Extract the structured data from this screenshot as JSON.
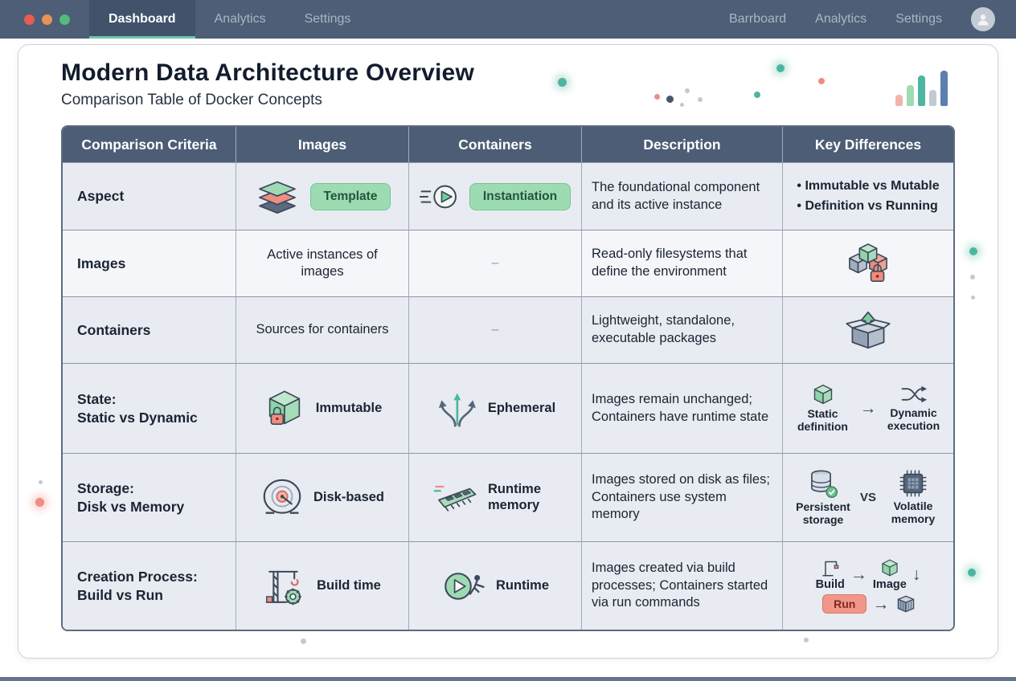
{
  "titlebar": {
    "tabs": [
      {
        "label": "Dashboard"
      },
      {
        "label": "Analytics"
      },
      {
        "label": "Settings"
      }
    ],
    "right_links": [
      {
        "label": "Barrboard"
      },
      {
        "label": "Analytics"
      },
      {
        "label": "Settings"
      }
    ]
  },
  "header": {
    "title": "Modern Data Architecture Overview",
    "subtitle": "Comparison Table of Docker Concepts"
  },
  "icons": {
    "arrow_right": "→",
    "arrow_down": "↓"
  },
  "colors": {
    "titlebar": "#4d5e76",
    "table_header": "#4d5d76",
    "badge_green": "#9ddcb3",
    "run_salmon": "#f2968a",
    "accent_teal": "#4db6a0"
  },
  "table": {
    "headers": [
      "Comparison Criteria",
      "Images",
      "Containers",
      "Description",
      "Key Differences"
    ],
    "rows": [
      {
        "criteria": "Aspect",
        "images_badge": "Template",
        "containers_badge": "Instantiation",
        "description": "The foundational component and its active instance",
        "diffs": [
          "• Immutable vs Mutable",
          "• Definition vs Running"
        ]
      },
      {
        "criteria": "Images",
        "images_text": "Active instances of images",
        "containers_text": "–",
        "description": "Read-only filesystems that define the environment"
      },
      {
        "criteria": "Containers",
        "images_text": "Sources for containers",
        "containers_text": "–",
        "description": "Lightweight, standalone, executable packages"
      },
      {
        "criteria": "State:",
        "criteria_sub": "Static vs Dynamic",
        "images_label": "Immutable",
        "containers_label": "Ephemeral",
        "description": "Images remain unchanged; Containers have runtime state",
        "diff_left": "Static definition",
        "diff_right": "Dynamic execution"
      },
      {
        "criteria": "Storage:",
        "criteria_sub": "Disk vs Memory",
        "images_label": "Disk-based",
        "containers_label": "Runtime memory",
        "description": "Images stored on disk as files; Containers use system memory",
        "diff_left": "Persistent storage",
        "diff_vs": "VS",
        "diff_right": "Volatile memory"
      },
      {
        "criteria": "Creation Process:",
        "criteria_sub": "Build vs Run",
        "images_label": "Build time",
        "containers_label": "Runtime",
        "description": "Images created via build processes; Containers started via run commands",
        "flow_build": "Build",
        "flow_image": "Image",
        "flow_run": "Run"
      }
    ]
  }
}
